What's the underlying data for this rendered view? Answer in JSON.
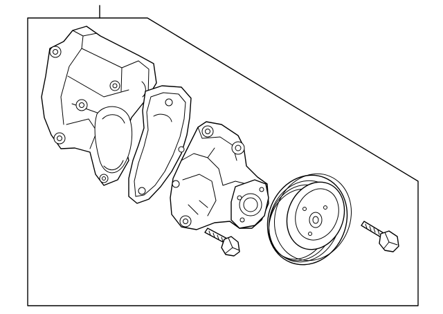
{
  "diagram": {
    "kind": "exploded parts view",
    "parts": [
      {
        "id": "pump-housing",
        "icon": "water-pump-housing"
      },
      {
        "id": "gasket",
        "icon": "gasket"
      },
      {
        "id": "water-pump",
        "icon": "water-pump"
      },
      {
        "id": "bolt-left",
        "icon": "bolt"
      },
      {
        "id": "pulley",
        "icon": "pulley"
      },
      {
        "id": "bolt-right",
        "icon": "bolt"
      }
    ],
    "colors": {
      "line": "#000000",
      "background": "#ffffff"
    }
  }
}
